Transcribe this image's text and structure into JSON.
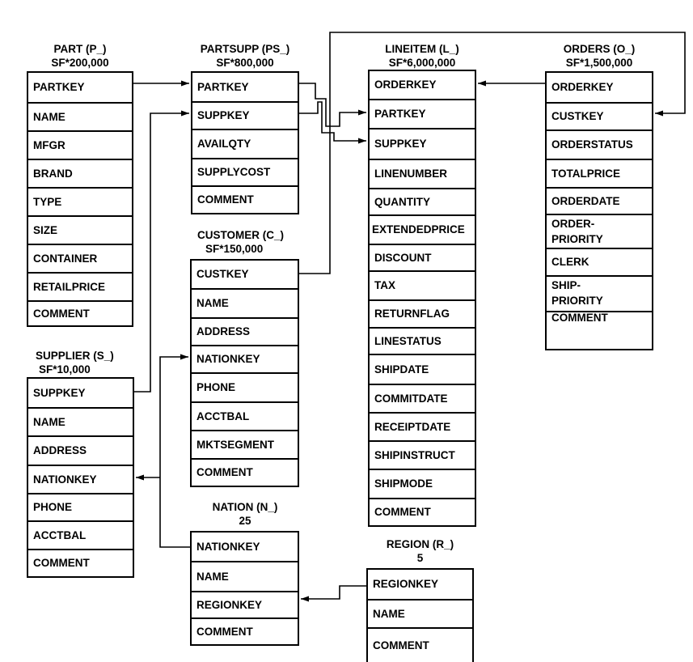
{
  "tables": {
    "part": {
      "title": "PART (P_)",
      "sub": "SF*200,000",
      "fields": [
        "PARTKEY",
        "NAME",
        "MFGR",
        "BRAND",
        "TYPE",
        "SIZE",
        "CONTAINER",
        "RETAILPRICE",
        "COMMENT"
      ]
    },
    "partsupp": {
      "title": "PARTSUPP (PS_)",
      "sub": "SF*800,000",
      "fields": [
        "PARTKEY",
        "SUPPKEY",
        "AVAILQTY",
        "SUPPLYCOST",
        "COMMENT"
      ]
    },
    "lineitem": {
      "title": "LINEITEM (L_)",
      "sub": "SF*6,000,000",
      "fields": [
        "ORDERKEY",
        "PARTKEY",
        "SUPPKEY",
        "LINENUMBER",
        "QUANTITY",
        "EXTENDEDPRICE",
        "DISCOUNT",
        "TAX",
        "RETURNFLAG",
        "LINESTATUS",
        "SHIPDATE",
        "COMMITDATE",
        "RECEIPTDATE",
        "SHIPINSTRUCT",
        "SHIPMODE",
        "COMMENT"
      ]
    },
    "orders": {
      "title": "ORDERS (O_)",
      "sub": "SF*1,500,000",
      "fields": [
        "ORDERKEY",
        "CUSTKEY",
        "ORDERSTATUS",
        "TOTALPRICE",
        "ORDERDATE",
        "ORDER-\nPRIORITY",
        "CLERK",
        "SHIP-\nPRIORITY",
        "COMMENT"
      ]
    },
    "customer": {
      "title": "CUSTOMER (C_)",
      "sub": "SF*150,000",
      "fields": [
        "CUSTKEY",
        "NAME",
        "ADDRESS",
        "NATIONKEY",
        "PHONE",
        "ACCTBAL",
        "MKTSEGMENT",
        "COMMENT"
      ]
    },
    "supplier": {
      "title": "SUPPLIER (S_)",
      "sub": "SF*10,000",
      "fields": [
        "SUPPKEY",
        "NAME",
        "ADDRESS",
        "NATIONKEY",
        "PHONE",
        "ACCTBAL",
        "COMMENT"
      ]
    },
    "nation": {
      "title": "NATION (N_)",
      "sub": "25",
      "fields": [
        "NATIONKEY",
        "NAME",
        "REGIONKEY",
        "COMMENT"
      ]
    },
    "region": {
      "title": "REGION (R_)",
      "sub": "5",
      "fields": [
        "REGIONKEY",
        "NAME",
        "COMMENT"
      ]
    }
  }
}
